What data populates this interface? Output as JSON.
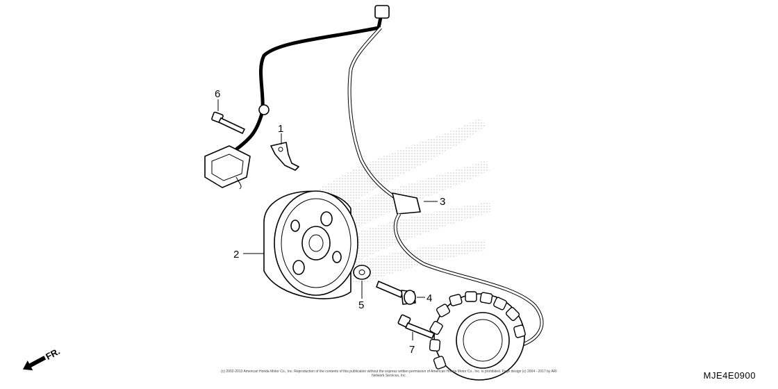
{
  "diagram": {
    "code": "MJE4E0900",
    "direction_label": "FR.",
    "copyright": "(c) 2002-2013 American Honda Motor Co., Inc. Reproduction of the contents of this publication without the express written permission of American Honda Motor Co., Inc. is prohibited. Page design (c) 2004 - 2017 by ARI Network Services, Inc.",
    "callouts": [
      {
        "id": "1",
        "label": "1"
      },
      {
        "id": "2",
        "label": "2"
      },
      {
        "id": "3",
        "label": "3"
      },
      {
        "id": "4",
        "label": "4"
      },
      {
        "id": "5",
        "label": "5"
      },
      {
        "id": "6",
        "label": "6"
      },
      {
        "id": "7",
        "label": "7"
      }
    ],
    "parts": [
      {
        "callout": "1",
        "icon": "wire-clamp-icon"
      },
      {
        "callout": "2",
        "icon": "flywheel-icon"
      },
      {
        "callout": "3",
        "icon": "wire-harness-icon"
      },
      {
        "callout": "4",
        "icon": "flange-bolt-icon"
      },
      {
        "callout": "5",
        "icon": "washer-icon"
      },
      {
        "callout": "6",
        "icon": "small-bolt-icon"
      },
      {
        "callout": "7",
        "icon": "stator-bolt-icon"
      }
    ]
  }
}
